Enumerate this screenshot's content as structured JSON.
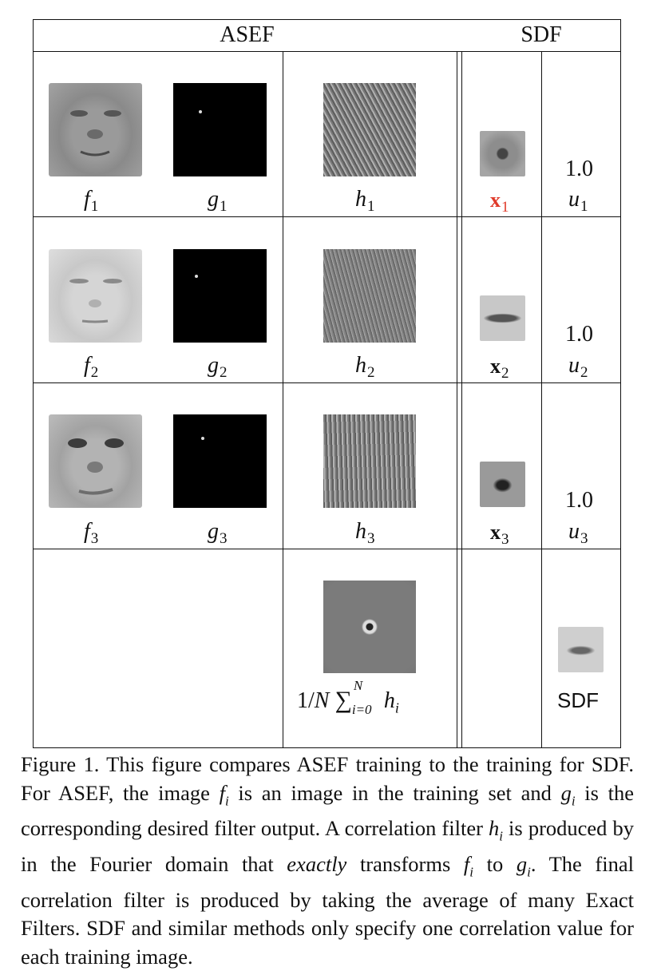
{
  "headers": {
    "asef": "ASEF",
    "sdf": "SDF"
  },
  "rows": [
    {
      "f": "f",
      "g": "g",
      "h": "h",
      "x": "x",
      "u": "u",
      "idx": "1",
      "corr": "1.0",
      "x_color": "#e03a2a"
    },
    {
      "f": "f",
      "g": "g",
      "h": "h",
      "x": "x",
      "u": "u",
      "idx": "2",
      "corr": "1.0",
      "x_color": "#111111"
    },
    {
      "f": "f",
      "g": "g",
      "h": "h",
      "x": "x",
      "u": "u",
      "idx": "3",
      "corr": "1.0",
      "x_color": "#111111"
    }
  ],
  "final_row": {
    "formula_prefix": "1/",
    "formula_N": "N",
    "formula_sum": "∑",
    "formula_upper": "N",
    "formula_lower": "i=0",
    "formula_h": "h",
    "formula_sub": "i",
    "sdf_label": "SDF"
  },
  "caption": {
    "p1": "Figure 1. This figure compares ASEF training to the training for SDF. For ASEF, the image ",
    "fi": "f",
    "p2": " is an image in the training set and ",
    "gi": "g",
    "p3": " is the corresponding desired filter output. A correlation filter ",
    "hi": "h",
    "p4": " is produced by in the Fourier domain that ",
    "exactly": "exactly",
    "p5": " transforms ",
    "fi2": "f",
    "p6": " to ",
    "gi2": "g",
    "p7": ". The final correlation filter is produced by taking the average of many Exact Filters. SDF and similar methods only specify one correlation value for each training image.",
    "sub_i": "i"
  },
  "colors": {
    "highlight": "#e03a2a"
  }
}
